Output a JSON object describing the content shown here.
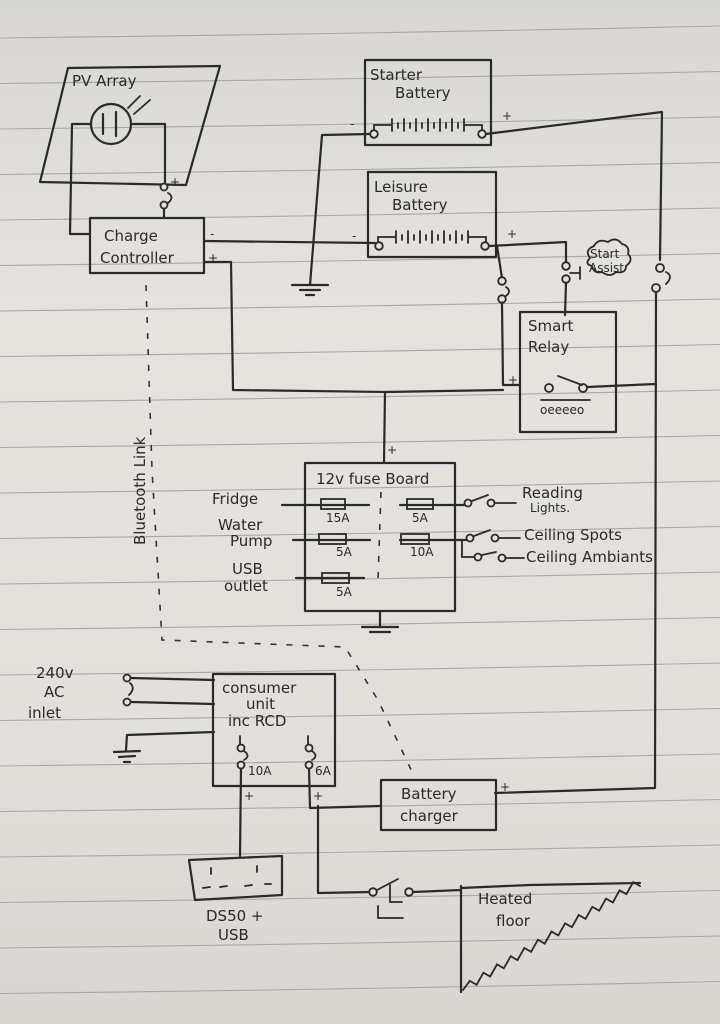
{
  "diagram": {
    "title": "Campervan electrical wiring diagram (hand drawn)",
    "components": {
      "pv_array": {
        "label": "PV Array",
        "terminal_plus": "+"
      },
      "charge_controller": {
        "line1": "Charge",
        "line2": "Controller",
        "minus": "-",
        "plus": "+"
      },
      "starter_battery": {
        "line1": "Starter",
        "line2": "Battery",
        "minus": "-",
        "plus": "+"
      },
      "leisure_battery": {
        "line1": "Leisure",
        "line2": "Battery",
        "minus": "-",
        "plus": "+"
      },
      "start_assist": {
        "line1": "Start",
        "line2": "Assist"
      },
      "smart_relay": {
        "line1": "Smart",
        "line2": "Relay",
        "plus": "+",
        "coil": "oeeeeo"
      },
      "fuse_board": {
        "title": "12v fuse Board",
        "plus": "+",
        "left_circuits": [
          {
            "label1": "Fridge",
            "label2": "",
            "rating": "15A"
          },
          {
            "label1": "Water",
            "label2": "Pump",
            "rating": "5A"
          },
          {
            "label1": "USB",
            "label2": "outlet",
            "rating": "5A"
          }
        ],
        "right_circuits": [
          {
            "rating": "5A",
            "loads": [
              {
                "label1": "Reading",
                "label2": "Lights."
              }
            ]
          },
          {
            "rating": "10A",
            "loads": [
              {
                "label1": "Ceiling Spots",
                "label2": ""
              },
              {
                "label1": "Ceiling Ambiants",
                "label2": ""
              }
            ]
          }
        ]
      },
      "bluetooth_link": {
        "label": "Bluetooth Link"
      },
      "ac_inlet": {
        "line1": "240v",
        "line2": "AC",
        "line3": "inlet"
      },
      "consumer_unit": {
        "line1": "consumer",
        "line2": "unit",
        "line3": "inc RCD",
        "breaker1": "10A",
        "breaker2": "6A",
        "plus": "+"
      },
      "battery_charger": {
        "line1": "Battery",
        "line2": "charger",
        "plus": "+"
      },
      "socket": {
        "line1": "DS50 +",
        "line2": "USB"
      },
      "heated_floor": {
        "line1": "Heated",
        "line2": "floor"
      }
    }
  }
}
